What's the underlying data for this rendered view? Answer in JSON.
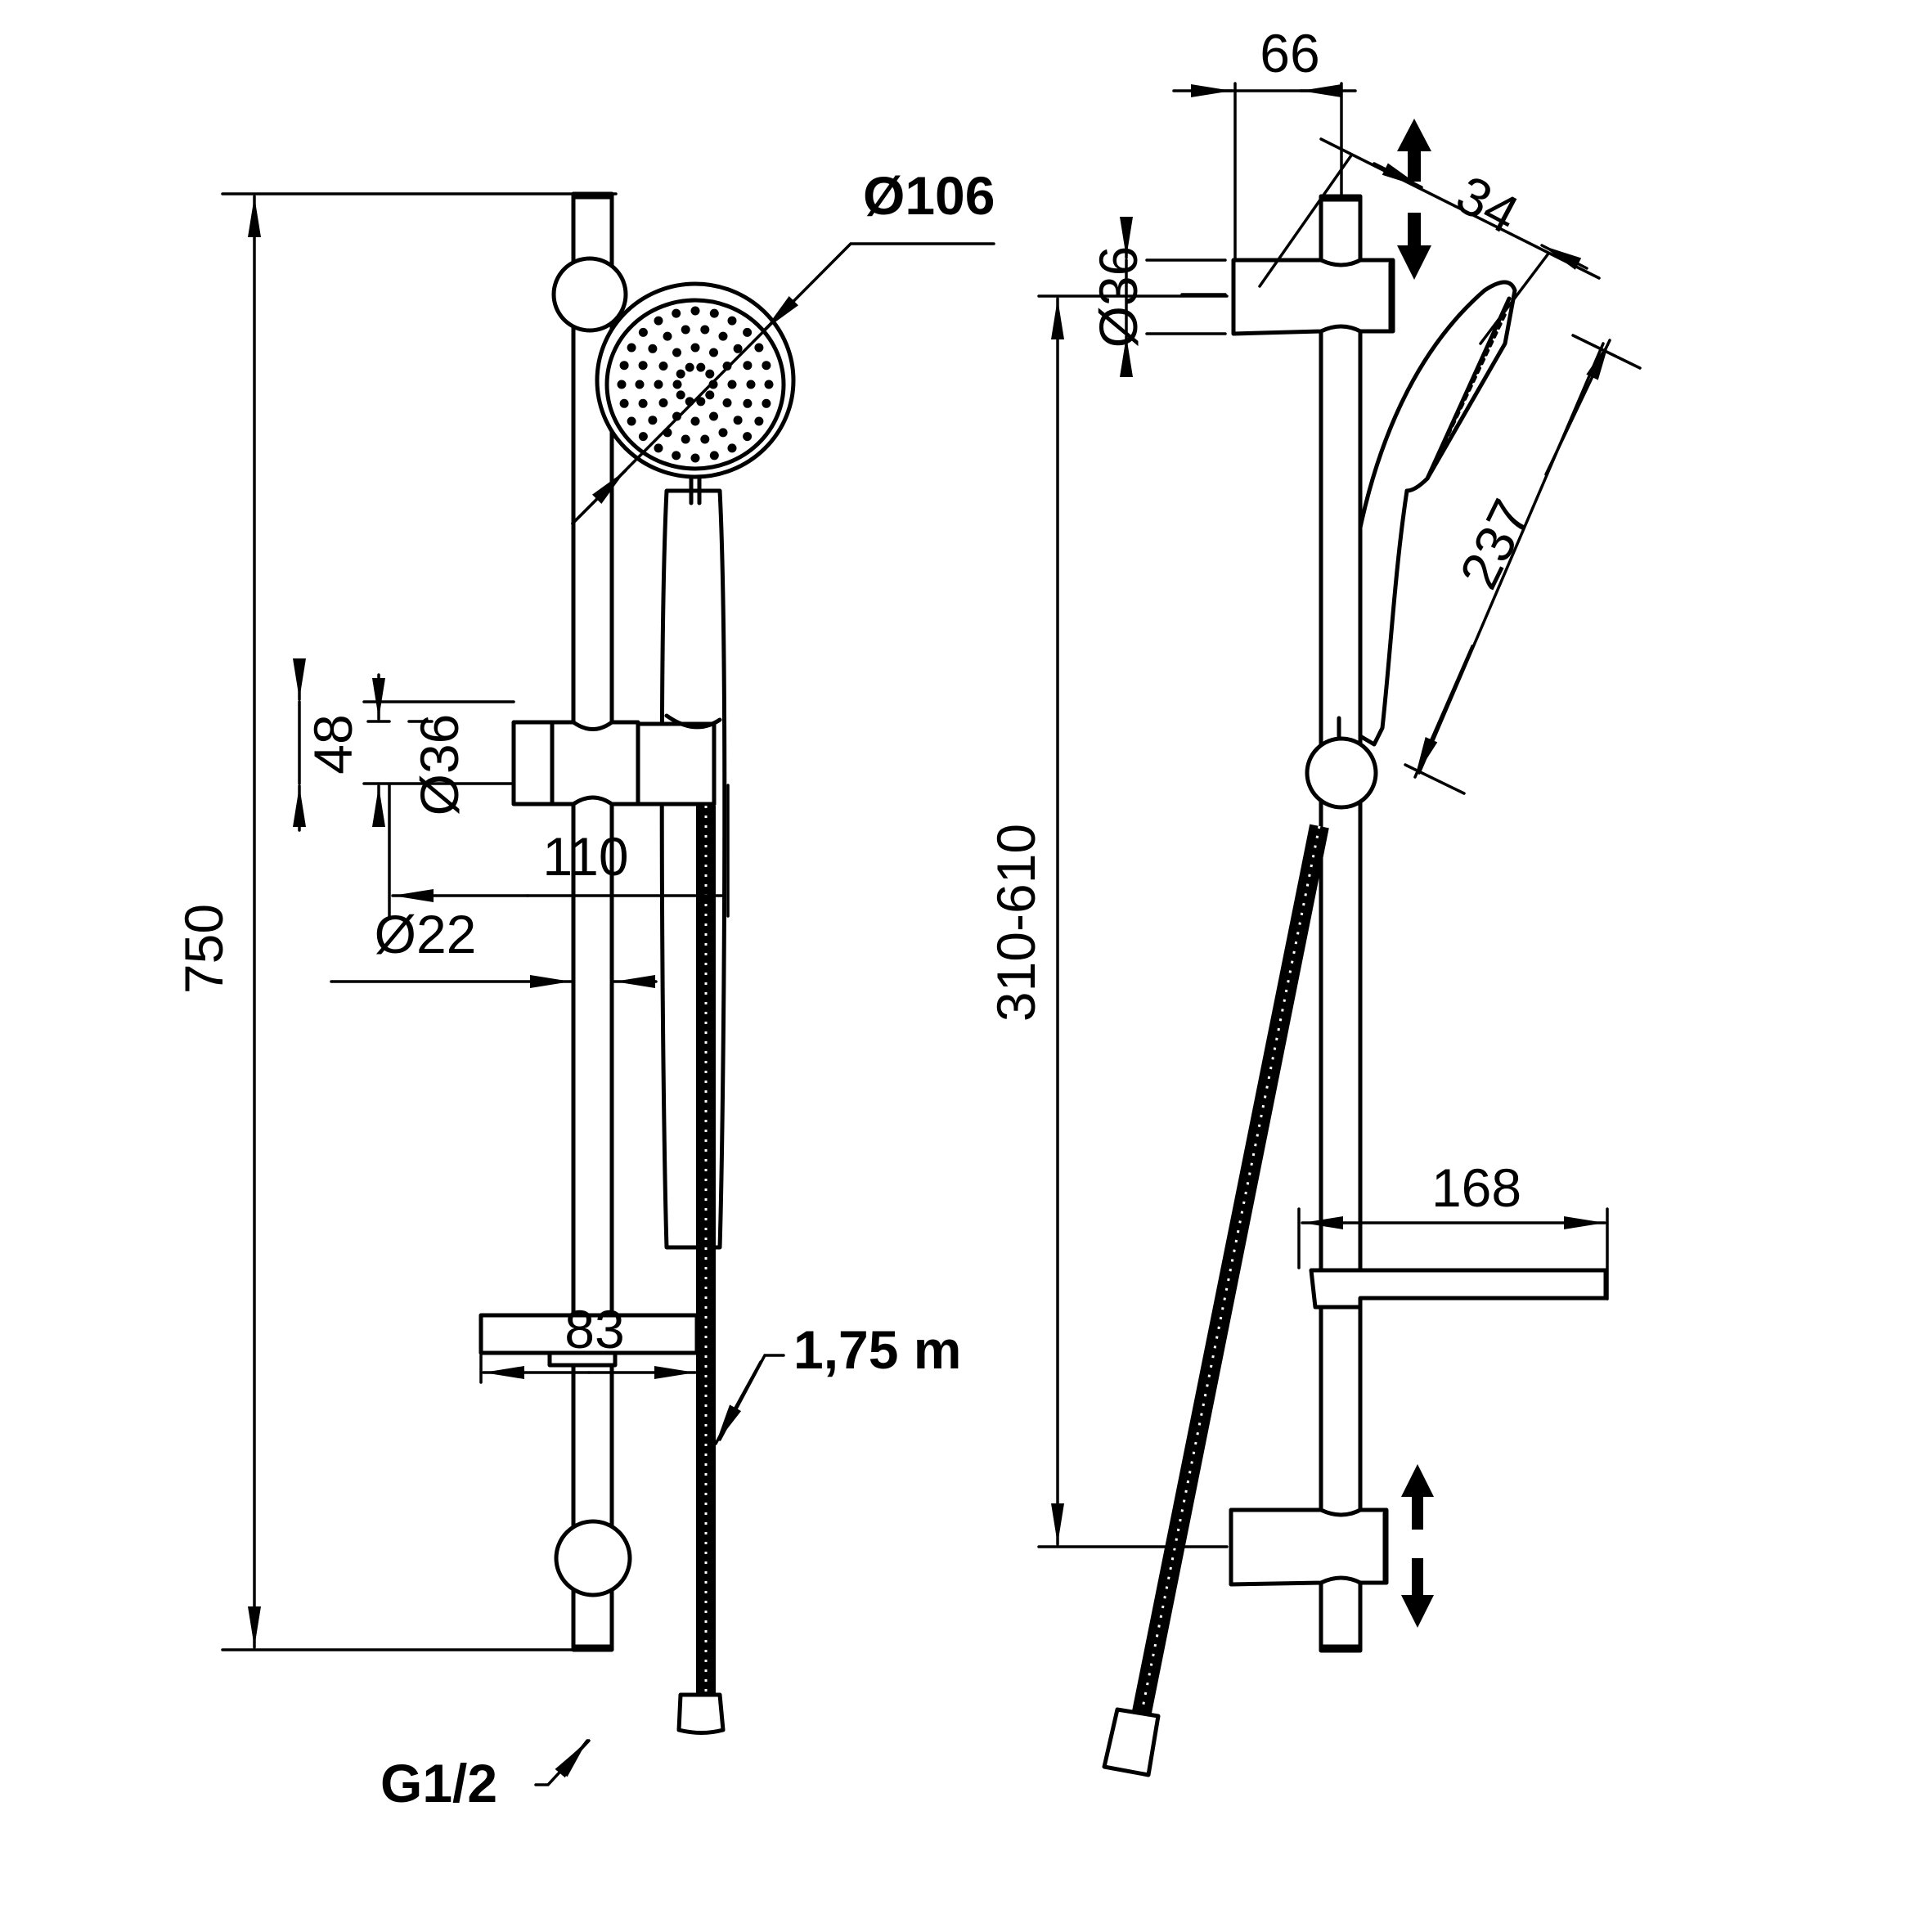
{
  "drawing": {
    "title": "Shower rail set technical drawing",
    "views": [
      "front",
      "side"
    ],
    "line_color": "#000000",
    "background_color": "#ffffff"
  },
  "front_view": {
    "dimensions": {
      "rail_length": "750",
      "head_diameter": "Ø106",
      "holder_height": "48",
      "holder_diameter": "Ø36",
      "holder_projection": "110",
      "rail_diameter": "Ø22",
      "soap_dish_width": "83",
      "hose_length": "1,75 m",
      "connection_thread": "G1/2"
    }
  },
  "side_view": {
    "dimensions": {
      "bracket_projection": "66",
      "bracket_diameter": "Ø36",
      "head_thickness": "34",
      "handset_length": "237",
      "bracket_spacing_range": "310-610",
      "soap_dish_projection": "168"
    },
    "icons": {
      "top_bracket_adjust": "up-down-arrow-icon",
      "bottom_bracket_adjust": "up-down-arrow-icon"
    }
  }
}
